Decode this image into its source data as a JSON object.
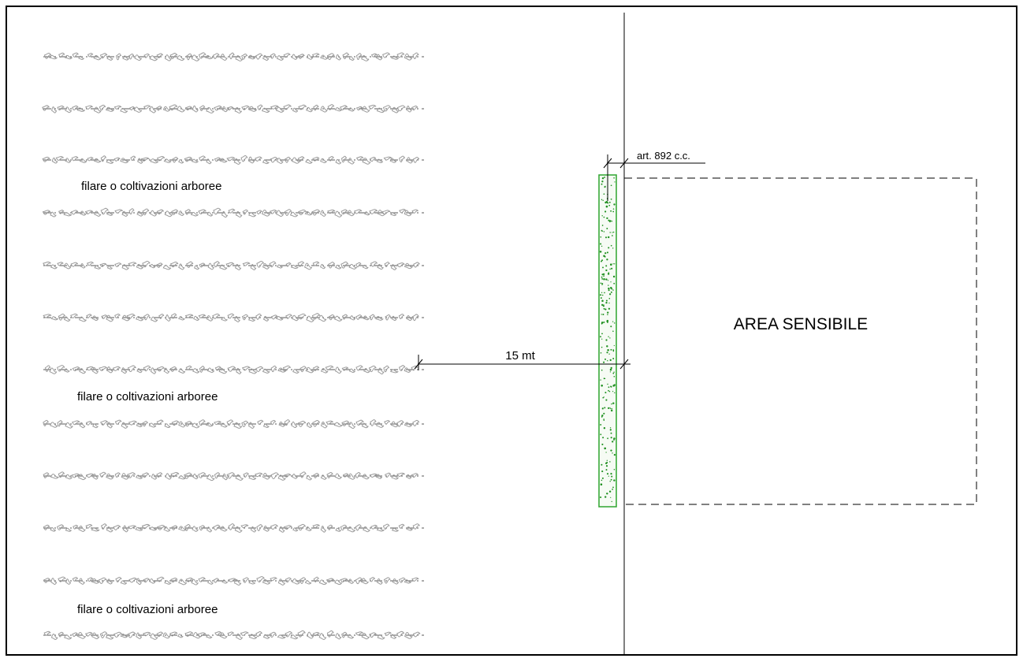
{
  "diagram": {
    "rows_label": "filare o coltivazioni arboree",
    "distance_label": "15 mt",
    "article_label": "art. 892 c.c.",
    "area_label": "AREA SENSIBILE",
    "rows": 12,
    "colors": {
      "foliage": "#9b9b9b",
      "hedge": "#2fa52f",
      "lines": "#000000"
    }
  }
}
